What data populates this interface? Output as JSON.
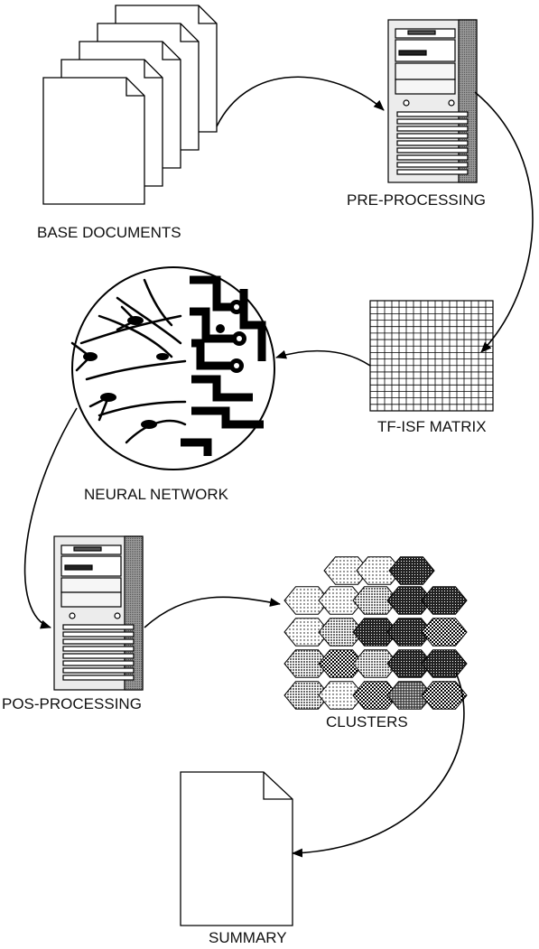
{
  "labels": {
    "base_documents": "BASE DOCUMENTS",
    "pre_processing": "PRE-PROCESSING",
    "tf_isf_matrix": "TF-ISF MATRIX",
    "neural_network": "NEURAL NETWORK",
    "pos_processing": "POS-PROCESSING",
    "clusters": "CLUSTERS",
    "summary": "SUMMARY"
  },
  "colors": {
    "line": "#000000",
    "paper": "#ffffff",
    "server_body": "#e8e8e8",
    "server_side": "#9a9a9a"
  }
}
